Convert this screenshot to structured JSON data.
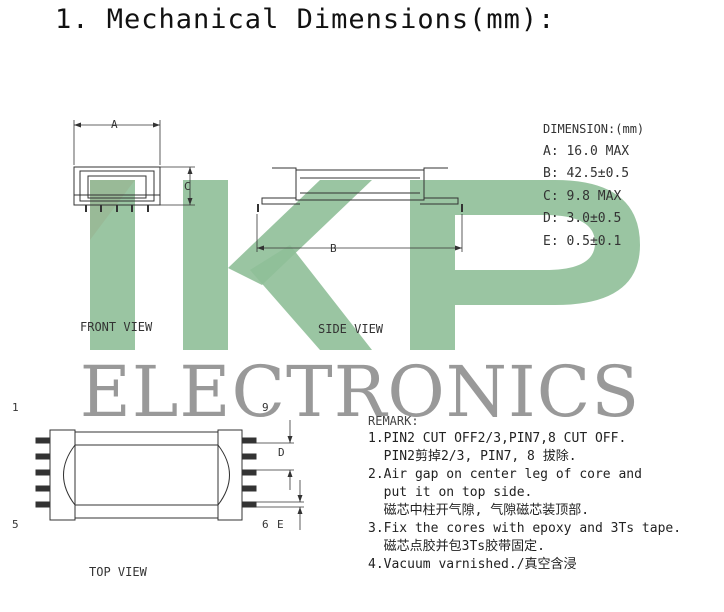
{
  "title": "1. Mechanical Dimensions(mm):",
  "dimensions": {
    "header": "DIMENSION:(mm)",
    "items": [
      {
        "label": "A: 16.0 MAX"
      },
      {
        "label": "B: 42.5±0.5"
      },
      {
        "label": "C: 9.8 MAX"
      },
      {
        "label": "D: 3.0±0.5"
      },
      {
        "label": "E: 0.5±0.1"
      }
    ]
  },
  "views": {
    "front": "FRONT VIEW",
    "side": "SIDE VIEW",
    "top": "TOP VIEW"
  },
  "dim_letters": {
    "a": "A",
    "b": "B",
    "c": "C",
    "d": "D",
    "e": "E"
  },
  "pins": {
    "p1": "1",
    "p5": "5",
    "p6": "6",
    "p9": "9"
  },
  "remark": {
    "header": "REMARK:",
    "lines": [
      "1.PIN2 CUT OFF2/3,PIN7,8 CUT OFF.",
      "  PIN2剪掉2/3, PIN7, 8 拔除.",
      "2.Air gap on center leg of core and",
      "  put it on top side.",
      "  磁芯中柱开气隙, 气隙磁芯装顶部.",
      "3.Fix the cores with epoxy and 3Ts tape.",
      "  磁芯点胶并包3Ts胶带固定.",
      "4.Vacuum varnished./真空含浸"
    ]
  },
  "watermark": {
    "logo": "IKP",
    "text": "ELECTRONICS",
    "color_green": "#8fbf98",
    "color_gray": "#8f8f8f",
    "color_red": "#f08080"
  }
}
